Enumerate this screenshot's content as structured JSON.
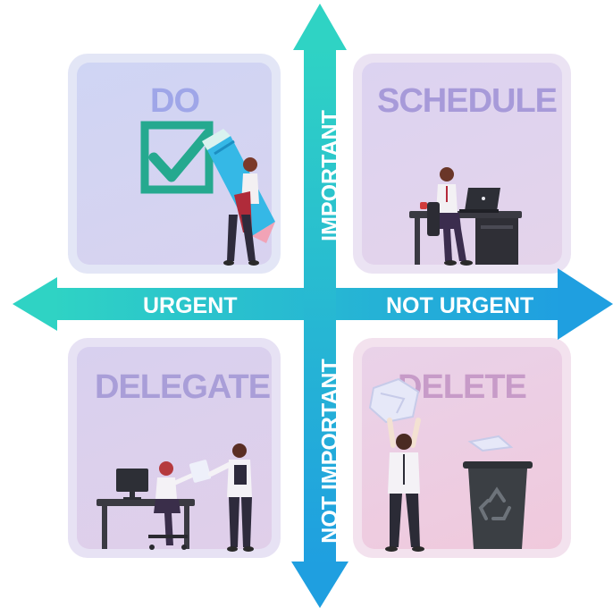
{
  "quadrants": {
    "do": {
      "title": "DO"
    },
    "schedule": {
      "title": "SCHEDULE"
    },
    "delegate": {
      "title": "DELEGATE"
    },
    "delete": {
      "title": "DELETE"
    }
  },
  "axes": {
    "urgent": "URGENT",
    "not_urgent": "NOT URGENT",
    "important": "IMPORTANT",
    "not_important": "NOT IMPORTANT"
  },
  "colors": {
    "arrow_light": "#2fd3c4",
    "arrow_dark": "#1f9fe0",
    "desk": "#3a3a42",
    "trash": "#3b3f44"
  }
}
